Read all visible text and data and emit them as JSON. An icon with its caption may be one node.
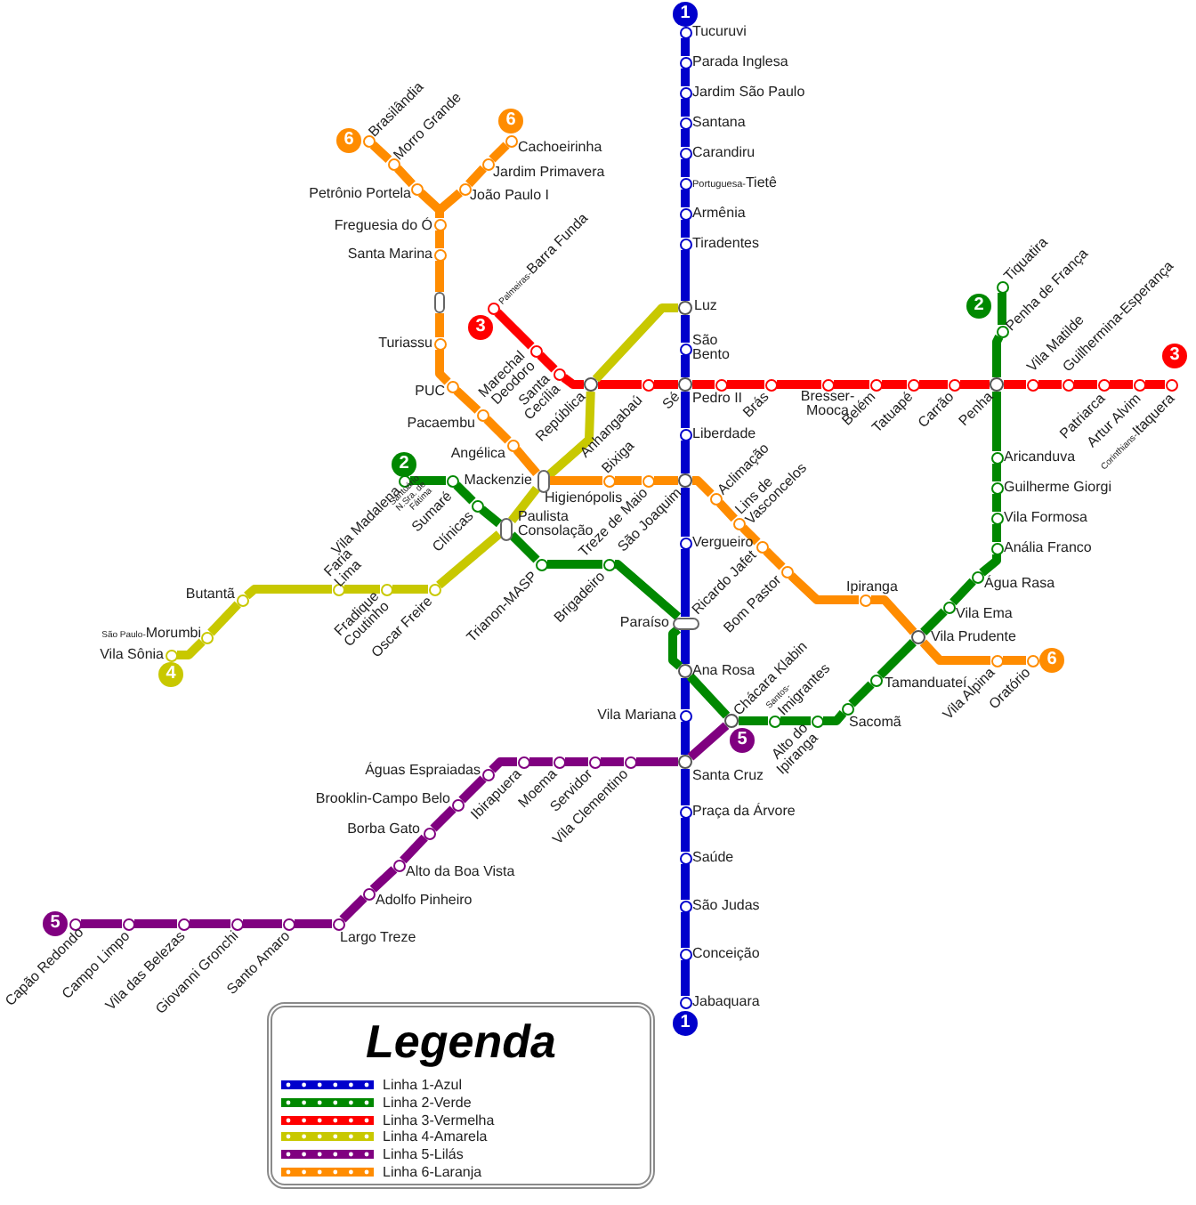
{
  "diagram": {
    "nodes": [
      {
        "text": [
          "1"
        ]
      },
      {
        "text": [],
        "shape": "circle",
        "beside": [
          "Tucuruvi"
        ]
      },
      {
        "text": [],
        "shape": "circle",
        "beside": [
          "Parada Inglesa"
        ]
      },
      {
        "text": [],
        "shape": "circle",
        "beside": [
          "Jardim São Paulo"
        ]
      },
      {
        "text": [],
        "shape": "circle",
        "beside": [
          "Santana"
        ]
      },
      {
        "text": [],
        "shape": "circle",
        "beside": [
          "Carandiru"
        ]
      },
      {
        "text": [],
        "shape": "circle",
        "beside": [
          "Portuguesa-",
          "Tietê"
        ]
      },
      {
        "text": [],
        "shape": "circle",
        "beside": [
          "Armênia"
        ]
      },
      {
        "text": [],
        "shape": "circle",
        "beside": [
          "Tiradentes"
        ]
      },
      {
        "text": [],
        "shape": "circle",
        "beside": [
          "Luz"
        ]
      },
      {
        "text": [],
        "shape": "circle",
        "beside": [
          "São Bento"
        ]
      },
      {
        "text": [],
        "shape": "circle",
        "beside": [
          "Sé"
        ]
      },
      {
        "text": [],
        "shape": "circle",
        "beside": [
          "Liberdade"
        ]
      },
      {
        "text": [],
        "shape": "circle",
        "beside": [
          "São Joaquim"
        ]
      },
      {
        "text": [],
        "shape": "circle",
        "beside": [
          "Vergueiro"
        ]
      },
      {
        "text": [],
        "shape": "box",
        "beside": [
          "Paraíso"
        ]
      },
      {
        "text": [],
        "shape": "circle",
        "beside": [
          "Ana Rosa"
        ]
      },
      {
        "text": [],
        "shape": "circle",
        "beside": [
          "Vila Mariana"
        ]
      },
      {
        "text": [],
        "shape": "circle",
        "beside": [
          "Santa Cruz"
        ]
      },
      {
        "text": [],
        "shape": "circle",
        "beside": [
          "Praça da Árvore"
        ]
      },
      {
        "text": [],
        "shape": "circle",
        "beside": [
          "Saúde"
        ]
      },
      {
        "text": [],
        "shape": "circle",
        "beside": [
          "São Judas"
        ]
      },
      {
        "text": [],
        "shape": "circle",
        "beside": [
          "Conceição"
        ]
      },
      {
        "text": [],
        "shape": "circle",
        "beside": [
          "Jabaquara"
        ]
      },
      {
        "text": [
          "1"
        ]
      },
      {
        "text": [
          "2"
        ]
      },
      {
        "text": [],
        "shape": "circle",
        "beside": [
          "Vila Madalena"
        ]
      },
      {
        "text": [],
        "shape": "circle",
        "beside": [
          "Santuário N.Sra. de Fátima",
          "Sumaré"
        ]
      },
      {
        "text": [],
        "shape": "circle",
        "beside": [
          "Clínicas"
        ]
      },
      {
        "text": [],
        "shape": "box",
        "beside": [
          "Paulista",
          "Consolação"
        ]
      },
      {
        "text": [],
        "shape": "circle",
        "beside": [
          "Trianon-MASP"
        ]
      },
      {
        "text": [],
        "shape": "circle",
        "beside": [
          "Brigadeiro"
        ]
      },
      {
        "text": [],
        "shape": "circle",
        "beside": [
          "Chácara Klabin"
        ]
      },
      {
        "text": [],
        "shape": "circle",
        "beside": [
          "Santos-",
          "Imigrantes"
        ]
      },
      {
        "text": [],
        "shape": "circle",
        "beside": [
          "Alto do Ipiranga"
        ]
      },
      {
        "text": [],
        "shape": "circle",
        "beside": [
          "Sacomã"
        ]
      },
      {
        "text": [],
        "shape": "circle",
        "beside": [
          "Tamanduateí"
        ]
      },
      {
        "text": [],
        "shape": "circle",
        "beside": [
          "Vila Prudente"
        ]
      },
      {
        "text": [],
        "shape": "circle",
        "beside": [
          "Vila Ema"
        ]
      },
      {
        "text": [],
        "shape": "circle",
        "beside": [
          "Água Rasa"
        ]
      },
      {
        "text": [],
        "shape": "circle",
        "beside": [
          "Anália Franco"
        ]
      },
      {
        "text": [],
        "shape": "circle",
        "beside": [
          "Vila Formosa"
        ]
      },
      {
        "text": [],
        "shape": "circle",
        "beside": [
          "Guilherme Giorgi"
        ]
      },
      {
        "text": [],
        "shape": "circle",
        "beside": [
          "Aricanduva"
        ]
      },
      {
        "text": [],
        "shape": "circle",
        "beside": [
          "Penha"
        ]
      },
      {
        "text": [],
        "shape": "circle",
        "beside": [
          "Penha de França"
        ]
      },
      {
        "text": [],
        "shape": "circle",
        "beside": [
          "Tiquatira"
        ]
      },
      {
        "text": [
          "2"
        ]
      },
      {
        "text": [
          "3"
        ]
      },
      {
        "text": [],
        "shape": "circle",
        "beside": [
          "Palmeiras-",
          "Barra Funda"
        ]
      },
      {
        "text": [],
        "shape": "circle",
        "beside": [
          "Marechal Deodoro"
        ]
      },
      {
        "text": [],
        "shape": "circle",
        "beside": [
          "Santa Cecília"
        ]
      },
      {
        "text": [],
        "shape": "circle",
        "beside": [
          "República"
        ]
      },
      {
        "text": [],
        "shape": "circle",
        "beside": [
          "Anhangabaú"
        ]
      },
      {
        "text": [],
        "shape": "circle",
        "beside": [
          "Pedro II"
        ]
      },
      {
        "text": [],
        "shape": "circle",
        "beside": [
          "Brás"
        ]
      },
      {
        "text": [],
        "shape": "circle",
        "beside": [
          "Bresser-Mooca"
        ]
      },
      {
        "text": [],
        "shape": "circle",
        "beside": [
          "Belém"
        ]
      },
      {
        "text": [],
        "shape": "circle",
        "beside": [
          "Tatuapé"
        ]
      },
      {
        "text": [],
        "shape": "circle",
        "beside": [
          "Carrão"
        ]
      },
      {
        "text": [],
        "shape": "circle",
        "beside": [
          "Vila Matilde"
        ]
      },
      {
        "text": [],
        "shape": "circle",
        "beside": [
          "Guilhermina-Esperança"
        ]
      },
      {
        "text": [],
        "shape": "circle",
        "beside": [
          "Patriarca"
        ]
      },
      {
        "text": [],
        "shape": "circle",
        "beside": [
          "Artur Alvim"
        ]
      },
      {
        "text": [],
        "shape": "circle",
        "beside": [
          "Corinthians-",
          "Itaquera"
        ]
      },
      {
        "text": [
          "3"
        ]
      },
      {
        "text": [],
        "shape": "box",
        "beside": [
          "Mackenzie",
          "Higienópolis"
        ]
      },
      {
        "text": [],
        "shape": "circle",
        "beside": [
          "Oscar Freire"
        ]
      },
      {
        "text": [],
        "shape": "circle",
        "beside": [
          "Fradique Coutinho"
        ]
      },
      {
        "text": [],
        "shape": "circle",
        "beside": [
          "Faria Lima"
        ]
      },
      {
        "text": [],
        "shape": "circle",
        "beside": [
          "Butantã"
        ]
      },
      {
        "text": [],
        "shape": "circle",
        "beside": [
          "São Paulo-",
          "Morumbi"
        ]
      },
      {
        "text": [],
        "shape": "circle",
        "beside": [
          "Vila Sônia"
        ]
      },
      {
        "text": [
          "4"
        ]
      },
      {
        "text": [
          "5"
        ]
      },
      {
        "text": [],
        "shape": "circle",
        "beside": [
          "Capão Redondo"
        ]
      },
      {
        "text": [],
        "shape": "circle",
        "beside": [
          "Campo Limpo"
        ]
      },
      {
        "text": [],
        "shape": "circle",
        "beside": [
          "Vila das Belezas"
        ]
      },
      {
        "text": [],
        "shape": "circle",
        "beside": [
          "Giovanni Gronchi"
        ]
      },
      {
        "text": [],
        "shape": "circle",
        "beside": [
          "Santo Amaro"
        ]
      },
      {
        "text": [],
        "shape": "circle",
        "beside": [
          "Largo Treze"
        ]
      },
      {
        "text": [],
        "shape": "circle",
        "beside": [
          "Adolfo Pinheiro"
        ]
      },
      {
        "text": [],
        "shape": "circle",
        "beside": [
          "Alto da Boa Vista"
        ]
      },
      {
        "text": [],
        "shape": "circle",
        "beside": [
          "Borba Gato"
        ]
      },
      {
        "text": [],
        "shape": "circle",
        "beside": [
          "Brooklin-Campo Belo"
        ]
      },
      {
        "text": [],
        "shape": "circle",
        "beside": [
          "Águas Espraiadas"
        ]
      },
      {
        "text": [],
        "shape": "circle",
        "beside": [
          "Ibirapuera"
        ]
      },
      {
        "text": [],
        "shape": "circle",
        "beside": [
          "Moema"
        ]
      },
      {
        "text": [],
        "shape": "circle",
        "beside": [
          "Servidor"
        ]
      },
      {
        "text": [],
        "shape": "circle",
        "beside": [
          "Vila Clementino"
        ]
      },
      {
        "text": [
          "5"
        ]
      },
      {
        "text": [
          "6"
        ]
      },
      {
        "text": [],
        "shape": "circle",
        "beside": [
          "Brasilândia"
        ]
      },
      {
        "text": [],
        "shape": "circle",
        "beside": [
          "Morro Grande"
        ]
      },
      {
        "text": [],
        "shape": "circle",
        "beside": [
          "Petrônio Portela"
        ]
      },
      {
        "text": [
          "6"
        ]
      },
      {
        "text": [],
        "shape": "circle",
        "beside": [
          "Cachoeirinha"
        ]
      },
      {
        "text": [],
        "shape": "circle",
        "beside": [
          "Jardim Primavera"
        ]
      },
      {
        "text": [],
        "shape": "circle",
        "beside": [
          "João Paulo I"
        ]
      },
      {
        "text": [],
        "shape": "circle",
        "beside": [
          "Freguesia do Ó"
        ]
      },
      {
        "text": [],
        "shape": "circle",
        "beside": [
          "Santa Marina"
        ]
      },
      {
        "text": [],
        "shape": "box"
      },
      {
        "text": [],
        "shape": "circle",
        "beside": [
          "Turiassu"
        ]
      },
      {
        "text": [],
        "shape": "circle",
        "beside": [
          "PUC"
        ]
      },
      {
        "text": [],
        "shape": "circle",
        "beside": [
          "Pacaembu"
        ]
      },
      {
        "text": [],
        "shape": "circle",
        "beside": [
          "Angélica"
        ]
      },
      {
        "text": [],
        "shape": "circle",
        "beside": [
          "Bixiga"
        ]
      },
      {
        "text": [],
        "shape": "circle",
        "beside": [
          "Treze de Maio"
        ]
      },
      {
        "text": [],
        "shape": "circle",
        "beside": [
          "Aclimação"
        ]
      },
      {
        "text": [],
        "shape": "circle",
        "beside": [
          "Lins de Vasconcelos"
        ]
      },
      {
        "text": [],
        "shape": "circle",
        "beside": [
          "Ricardo Jafet"
        ]
      },
      {
        "text": [],
        "shape": "circle",
        "beside": [
          "Bom Pastor"
        ]
      },
      {
        "text": [],
        "shape": "circle",
        "beside": [
          "Ipiranga"
        ]
      },
      {
        "text": [],
        "shape": "circle",
        "beside": [
          "Vila Alpina"
        ]
      },
      {
        "text": [],
        "shape": "circle",
        "beside": [
          "Oratório"
        ]
      },
      {
        "text": [
          "6"
        ]
      }
    ],
    "edges": [
      {
        "from": 1,
        "to": 2,
        "arrow": "none",
        "color": "#0000cc"
      },
      {
        "from": 2,
        "to": 3,
        "arrow": "none",
        "color": "#0000cc"
      },
      {
        "from": 3,
        "to": 4,
        "arrow": "none",
        "color": "#0000cc"
      },
      {
        "from": 4,
        "to": 5,
        "arrow": "none",
        "color": "#0000cc"
      },
      {
        "from": 5,
        "to": 6,
        "arrow": "none",
        "color": "#0000cc"
      },
      {
        "from": 6,
        "to": 7,
        "arrow": "none",
        "color": "#0000cc"
      },
      {
        "from": 7,
        "to": 8,
        "arrow": "none",
        "color": "#0000cc"
      },
      {
        "from": 8,
        "to": 9,
        "arrow": "none",
        "color": "#0000cc"
      },
      {
        "from": 9,
        "to": 10,
        "arrow": "none",
        "color": "#0000cc"
      },
      {
        "from": 10,
        "to": 11,
        "arrow": "none",
        "color": "#0000cc"
      },
      {
        "from": 11,
        "to": 12,
        "arrow": "none",
        "color": "#0000cc"
      },
      {
        "from": 12,
        "to": 13,
        "arrow": "none",
        "color": "#0000cc"
      },
      {
        "from": 13,
        "to": 14,
        "arrow": "none",
        "color": "#0000cc"
      },
      {
        "from": 14,
        "to": 15,
        "arrow": "none",
        "color": "#0000cc"
      },
      {
        "from": 15,
        "to": 16,
        "arrow": "none",
        "color": "#0000cc"
      },
      {
        "from": 16,
        "to": 17,
        "arrow": "none",
        "color": "#0000cc"
      },
      {
        "from": 17,
        "to": 18,
        "arrow": "none",
        "color": "#0000cc"
      },
      {
        "from": 18,
        "to": 19,
        "arrow": "none",
        "color": "#0000cc"
      },
      {
        "from": 19,
        "to": 20,
        "arrow": "none",
        "color": "#0000cc"
      },
      {
        "from": 20,
        "to": 21,
        "arrow": "none",
        "color": "#0000cc"
      },
      {
        "from": 21,
        "to": 22,
        "arrow": "none",
        "color": "#0000cc"
      },
      {
        "from": 22,
        "to": 23,
        "arrow": "none",
        "color": "#0000cc"
      },
      {
        "from": 26,
        "to": 27,
        "arrow": "none",
        "color": "#008800"
      },
      {
        "from": 27,
        "to": 28,
        "arrow": "none",
        "color": "#008800"
      },
      {
        "from": 28,
        "to": 29,
        "arrow": "none",
        "color": "#008800"
      },
      {
        "from": 29,
        "to": 30,
        "arrow": "none",
        "color": "#008800"
      },
      {
        "from": 30,
        "to": 31,
        "arrow": "none",
        "color": "#008800"
      },
      {
        "from": 31,
        "to": 15,
        "arrow": "none",
        "color": "#008800"
      },
      {
        "from": 15,
        "to": 16,
        "arrow": "none",
        "color": "#008800"
      },
      {
        "from": 16,
        "to": 32,
        "arrow": "none",
        "color": "#008800"
      },
      {
        "from": 32,
        "to": 33,
        "arrow": "none",
        "color": "#008800"
      },
      {
        "from": 33,
        "to": 34,
        "arrow": "none",
        "color": "#008800"
      },
      {
        "from": 34,
        "to": 35,
        "arrow": "none",
        "color": "#008800"
      },
      {
        "from": 35,
        "to": 36,
        "arrow": "none",
        "color": "#008800"
      },
      {
        "from": 36,
        "to": 37,
        "arrow": "none",
        "color": "#008800"
      },
      {
        "from": 37,
        "to": 38,
        "arrow": "none",
        "color": "#008800"
      },
      {
        "from": 38,
        "to": 39,
        "arrow": "none",
        "color": "#008800"
      },
      {
        "from": 39,
        "to": 40,
        "arrow": "none",
        "color": "#008800"
      },
      {
        "from": 40,
        "to": 41,
        "arrow": "none",
        "color": "#008800"
      },
      {
        "from": 41,
        "to": 42,
        "arrow": "none",
        "color": "#008800"
      },
      {
        "from": 42,
        "to": 43,
        "arrow": "none",
        "color": "#008800"
      },
      {
        "from": 43,
        "to": 44,
        "arrow": "none",
        "color": "#008800"
      },
      {
        "from": 44,
        "to": 45,
        "arrow": "none",
        "color": "#008800"
      },
      {
        "from": 45,
        "to": 46,
        "arrow": "none",
        "color": "#008800"
      },
      {
        "from": 49,
        "to": 50,
        "arrow": "none",
        "color": "#ff0000"
      },
      {
        "from": 50,
        "to": 51,
        "arrow": "none",
        "color": "#ff0000"
      },
      {
        "from": 51,
        "to": 52,
        "arrow": "none",
        "color": "#ff0000"
      },
      {
        "from": 52,
        "to": 53,
        "arrow": "none",
        "color": "#ff0000"
      },
      {
        "from": 53,
        "to": 11,
        "arrow": "none",
        "color": "#ff0000"
      },
      {
        "from": 11,
        "to": 54,
        "arrow": "none",
        "color": "#ff0000"
      },
      {
        "from": 54,
        "to": 55,
        "arrow": "none",
        "color": "#ff0000"
      },
      {
        "from": 55,
        "to": 56,
        "arrow": "none",
        "color": "#ff0000"
      },
      {
        "from": 56,
        "to": 57,
        "arrow": "none",
        "color": "#ff0000"
      },
      {
        "from": 57,
        "to": 58,
        "arrow": "none",
        "color": "#ff0000"
      },
      {
        "from": 58,
        "to": 59,
        "arrow": "none",
        "color": "#ff0000"
      },
      {
        "from": 59,
        "to": 44,
        "arrow": "none",
        "color": "#ff0000"
      },
      {
        "from": 44,
        "to": 60,
        "arrow": "none",
        "color": "#ff0000"
      },
      {
        "from": 60,
        "to": 61,
        "arrow": "none",
        "color": "#ff0000"
      },
      {
        "from": 61,
        "to": 62,
        "arrow": "none",
        "color": "#ff0000"
      },
      {
        "from": 62,
        "to": 63,
        "arrow": "none",
        "color": "#ff0000"
      },
      {
        "from": 63,
        "to": 64,
        "arrow": "none",
        "color": "#ff0000"
      },
      {
        "from": 9,
        "to": 52,
        "arrow": "none",
        "color": "#c8c800"
      },
      {
        "from": 52,
        "to": 66,
        "arrow": "none",
        "color": "#c8c800"
      },
      {
        "from": 66,
        "to": 29,
        "arrow": "none",
        "color": "#c8c800"
      },
      {
        "from": 29,
        "to": 67,
        "arrow": "none",
        "color": "#c8c800"
      },
      {
        "from": 67,
        "to": 68,
        "arrow": "none",
        "color": "#c8c800"
      },
      {
        "from": 68,
        "to": 69,
        "arrow": "none",
        "color": "#c8c800"
      },
      {
        "from": 69,
        "to": 70,
        "arrow": "none",
        "color": "#c8c800"
      },
      {
        "from": 70,
        "to": 71,
        "arrow": "none",
        "color": "#c8c800"
      },
      {
        "from": 71,
        "to": 72,
        "arrow": "none",
        "color": "#c8c800"
      },
      {
        "from": 75,
        "to": 76,
        "arrow": "none",
        "color": "#800080"
      },
      {
        "from": 76,
        "to": 77,
        "arrow": "none",
        "color": "#800080"
      },
      {
        "from": 77,
        "to": 78,
        "arrow": "none",
        "color": "#800080"
      },
      {
        "from": 78,
        "to": 79,
        "arrow": "none",
        "color": "#800080"
      },
      {
        "from": 79,
        "to": 80,
        "arrow": "none",
        "color": "#800080"
      },
      {
        "from": 80,
        "to": 81,
        "arrow": "none",
        "color": "#800080"
      },
      {
        "from": 81,
        "to": 82,
        "arrow": "none",
        "color": "#800080"
      },
      {
        "from": 82,
        "to": 83,
        "arrow": "none",
        "color": "#800080"
      },
      {
        "from": 83,
        "to": 84,
        "arrow": "none",
        "color": "#800080"
      },
      {
        "from": 84,
        "to": 85,
        "arrow": "none",
        "color": "#800080"
      },
      {
        "from": 85,
        "to": 86,
        "arrow": "none",
        "color": "#800080"
      },
      {
        "from": 86,
        "to": 87,
        "arrow": "none",
        "color": "#800080"
      },
      {
        "from": 87,
        "to": 88,
        "arrow": "none",
        "color": "#800080"
      },
      {
        "from": 88,
        "to": 89,
        "arrow": "none",
        "color": "#800080"
      },
      {
        "from": 89,
        "to": 18,
        "arrow": "none",
        "color": "#800080"
      },
      {
        "from": 18,
        "to": 32,
        "arrow": "none",
        "color": "#800080"
      },
      {
        "from": 92,
        "to": 93,
        "arrow": "none",
        "color": "#ff8c00"
      },
      {
        "from": 93,
        "to": 94,
        "arrow": "none",
        "color": "#ff8c00"
      },
      {
        "from": 94,
        "to": 99,
        "arrow": "none",
        "color": "#ff8c00"
      },
      {
        "from": 96,
        "to": 97,
        "arrow": "none",
        "color": "#ff8c00"
      },
      {
        "from": 97,
        "to": 98,
        "arrow": "none",
        "color": "#ff8c00"
      },
      {
        "from": 98,
        "to": 99,
        "arrow": "none",
        "color": "#ff8c00"
      },
      {
        "from": 99,
        "to": 100,
        "arrow": "none",
        "color": "#ff8c00"
      },
      {
        "from": 100,
        "to": 101,
        "arrow": "none",
        "color": "#ff8c00"
      },
      {
        "from": 101,
        "to": 102,
        "arrow": "none",
        "color": "#ff8c00"
      },
      {
        "from": 102,
        "to": 103,
        "arrow": "none",
        "color": "#ff8c00"
      },
      {
        "from": 103,
        "to": 104,
        "arrow": "none",
        "color": "#ff8c00"
      },
      {
        "from": 104,
        "to": 105,
        "arrow": "none",
        "color": "#ff8c00"
      },
      {
        "from": 105,
        "to": 66,
        "arrow": "none",
        "color": "#ff8c00"
      },
      {
        "from": 66,
        "to": 106,
        "arrow": "none",
        "color": "#ff8c00"
      },
      {
        "from": 106,
        "to": 107,
        "arrow": "none",
        "color": "#ff8c00"
      },
      {
        "from": 107,
        "to": 13,
        "arrow": "none",
        "color": "#ff8c00"
      },
      {
        "from": 13,
        "to": 108,
        "arrow": "none",
        "color": "#ff8c00"
      },
      {
        "from": 108,
        "to": 109,
        "arrow": "none",
        "color": "#ff8c00"
      },
      {
        "from": 109,
        "to": 110,
        "arrow": "none",
        "color": "#ff8c00"
      },
      {
        "from": 110,
        "to": 111,
        "arrow": "none",
        "color": "#ff8c00"
      },
      {
        "from": 111,
        "to": 112,
        "arrow": "none",
        "color": "#ff8c00"
      },
      {
        "from": 112,
        "to": 37,
        "arrow": "none",
        "color": "#ff8c00"
      },
      {
        "from": 37,
        "to": 113,
        "arrow": "none",
        "color": "#ff8c00"
      },
      {
        "from": 113,
        "to": 114,
        "arrow": "none",
        "color": "#ff8c00"
      }
    ],
    "labels": [
      "Legenda"
    ],
    "legend": [
      {
        "text": "Linha 1-Azul",
        "color": "#0000cc"
      },
      {
        "text": "Linha 2-Verde",
        "color": "#008800"
      },
      {
        "text": "Linha 3-Vermelha",
        "color": "#ff0000"
      },
      {
        "text": "Linha 4-Amarela",
        "color": "#c8c800"
      },
      {
        "text": "Linha 5-Lilás",
        "color": "#800080"
      },
      {
        "text": "Linha 6-Laranja",
        "color": "#ff8c00"
      }
    ]
  }
}
